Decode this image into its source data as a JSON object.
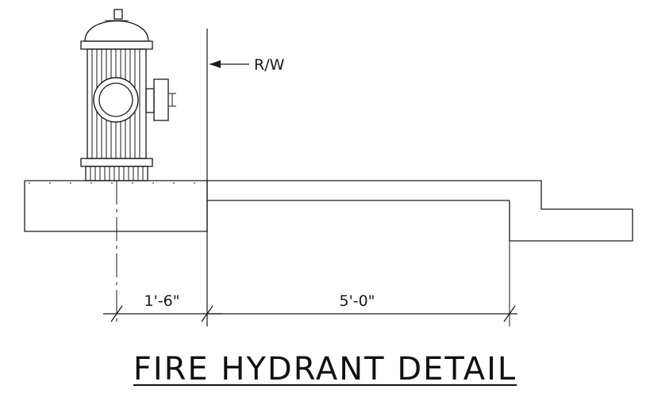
{
  "title": "FIRE HYDRANT DETAIL",
  "labels": {
    "right_of_way": "R/W",
    "dim_left": "1'-6\"",
    "dim_right": "5'-0\""
  },
  "colors": {
    "line": "#1a1a1a",
    "background": "#ffffff"
  }
}
